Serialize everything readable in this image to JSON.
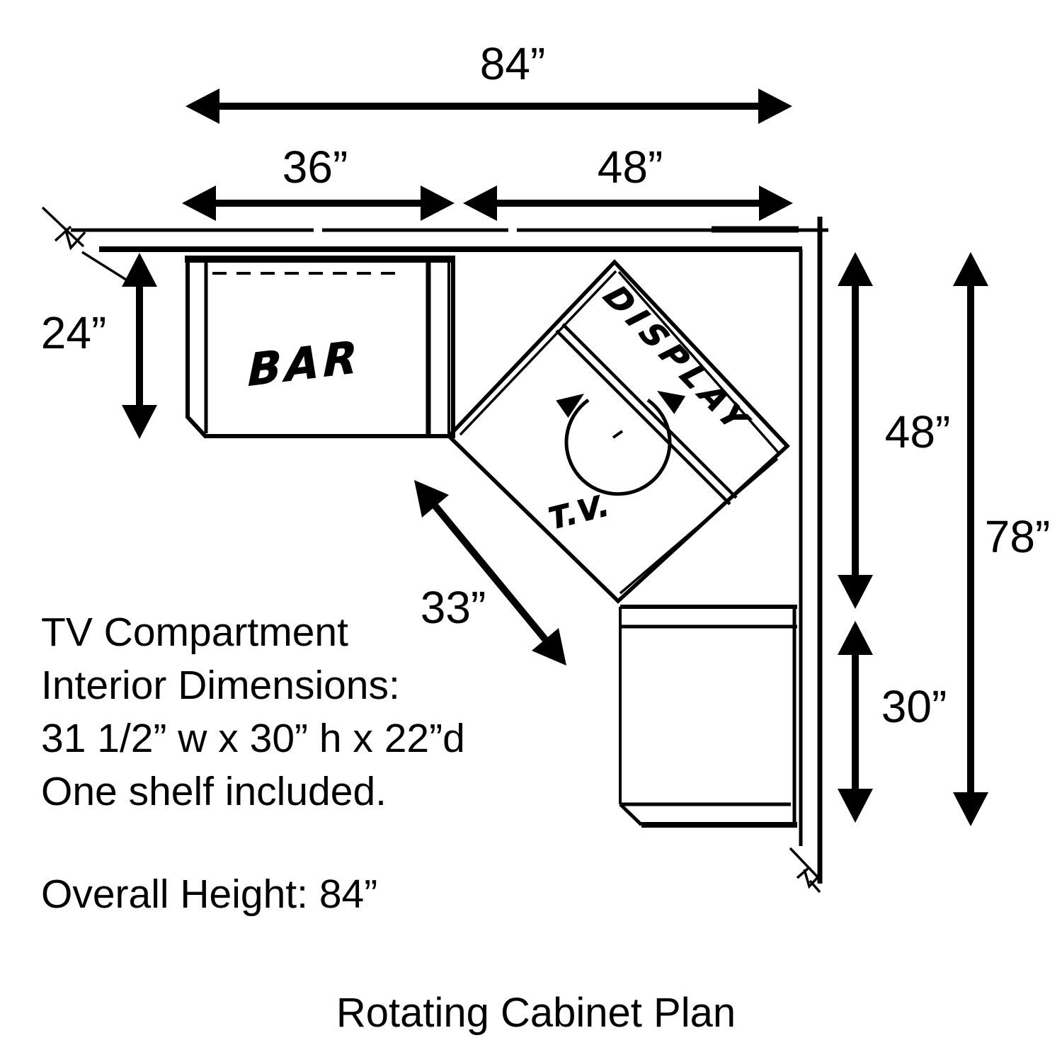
{
  "drawing": {
    "title": "Rotating Cabinet Plan",
    "paper_color": "#ffffff",
    "ink_color": "#000000"
  },
  "dimensions": {
    "overall_width": "84”",
    "bar_section_width": "36”",
    "corner_section_width": "48”",
    "bar_depth": "24”",
    "rotating_unit_width": "33”",
    "right_upper_depth": "48”",
    "right_lower_width": "30”",
    "right_overall": "78”"
  },
  "compartments": {
    "bar": "BAR",
    "display": "DISPLAY",
    "tv": "T.V."
  },
  "notes": {
    "line1": "TV Compartment",
    "line2": "Interior Dimensions:",
    "line3": "31 1/2” w x 30” h x 22”d",
    "line4": "One shelf included."
  },
  "overall_height_note": "Overall Height: 84”"
}
